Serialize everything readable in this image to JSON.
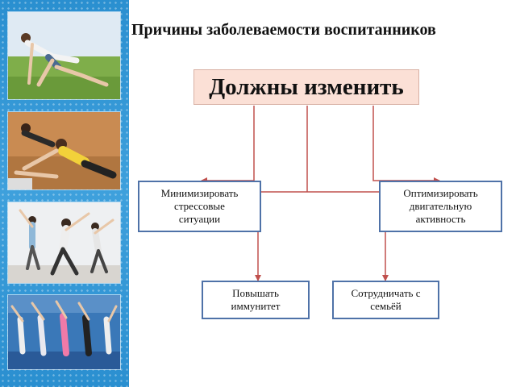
{
  "title": "Причины заболеваемости воспитанников",
  "main_node": "Должны изменить",
  "nodes": {
    "minimize": "Минимизировать\nстрессовые\nситуации",
    "optimize": "Оптимизировать\nдвигательную\nактивность",
    "immunity": "Повышать\nиммунитет",
    "family": "Сотрудничать с\nсемьёй"
  },
  "colors": {
    "arrow": "#c0504d",
    "node_border": "#4f72a8",
    "main_fill": "#fbe0d6",
    "strip": "#2a8fd0"
  },
  "photos": [
    "stretching-on-grass",
    "gym-stretching-group",
    "aerobics-class",
    "fitness-class-mats"
  ]
}
